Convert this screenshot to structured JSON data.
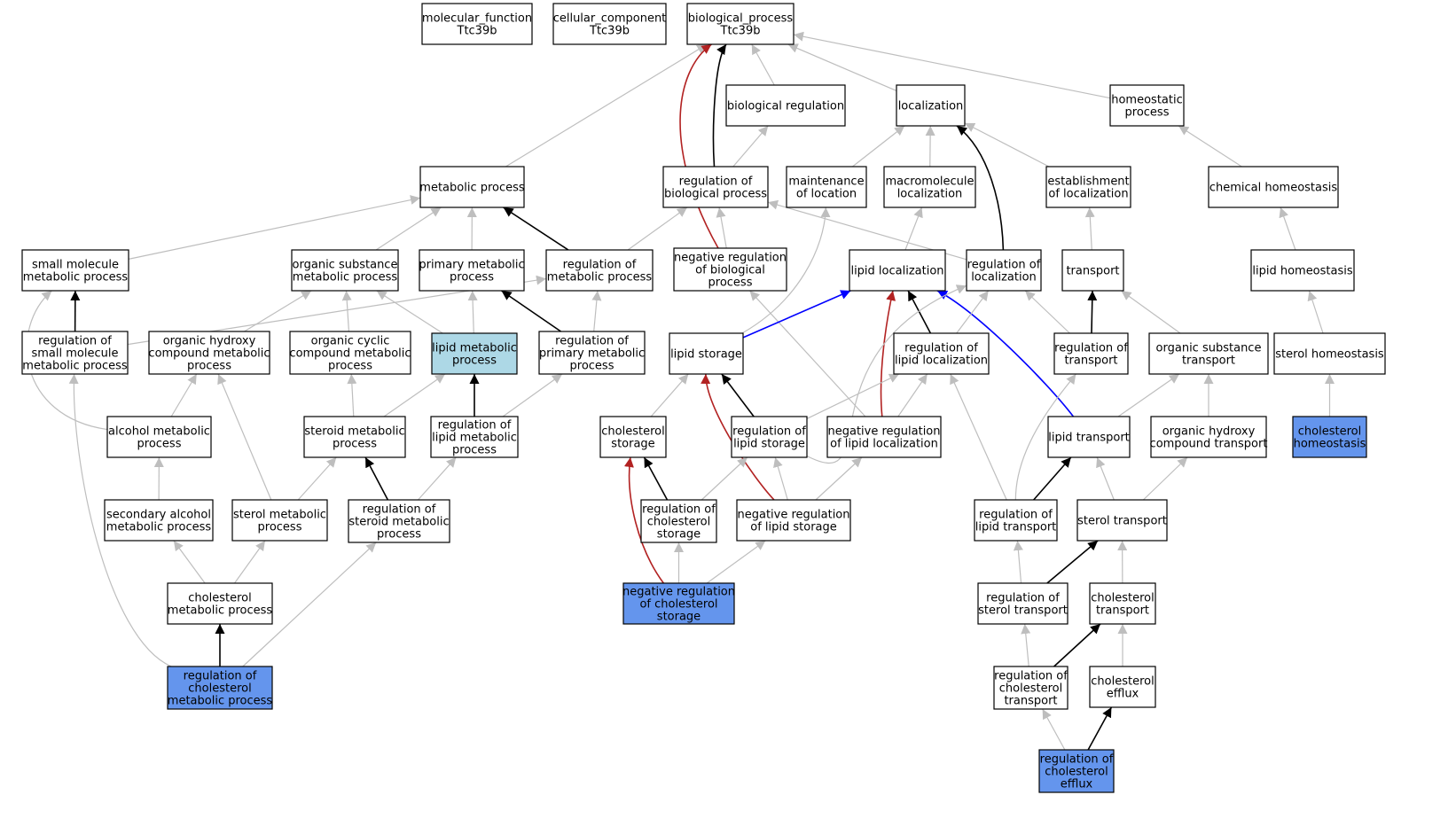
{
  "colors": {
    "default_fill": "#ffffff",
    "query_fill": "#6495ed",
    "focus_fill": "#add8e6",
    "edge_is_a": "#bebebe",
    "edge_part_of": "#000000",
    "edge_negatively_regulates": "#b22222",
    "edge_regulates": "#0000ff"
  },
  "nodes": [
    {
      "id": "mf",
      "label": [
        "molecular_function",
        "Ttc39b"
      ],
      "fill": "default"
    },
    {
      "id": "cc",
      "label": [
        "cellular_component",
        "Ttc39b"
      ],
      "fill": "default"
    },
    {
      "id": "bp",
      "label": [
        "biological_process",
        "Ttc39b"
      ],
      "fill": "default"
    },
    {
      "id": "breg",
      "label": [
        "biological regulation"
      ],
      "fill": "default"
    },
    {
      "id": "loc",
      "label": [
        "localization"
      ],
      "fill": "default"
    },
    {
      "id": "homeo",
      "label": [
        "homeostatic",
        "process"
      ],
      "fill": "default"
    },
    {
      "id": "metab",
      "label": [
        "metabolic process"
      ],
      "fill": "default"
    },
    {
      "id": "regbp",
      "label": [
        "regulation of",
        "biological process"
      ],
      "fill": "default"
    },
    {
      "id": "mainloc",
      "label": [
        "maintenance",
        "of location"
      ],
      "fill": "default"
    },
    {
      "id": "macroloc",
      "label": [
        "macromolecule",
        "localization"
      ],
      "fill": "default"
    },
    {
      "id": "estloc",
      "label": [
        "establishment",
        "of localization"
      ],
      "fill": "default"
    },
    {
      "id": "chemhomeo",
      "label": [
        "chemical homeostasis"
      ],
      "fill": "default"
    },
    {
      "id": "smmp",
      "label": [
        "small molecule",
        "metabolic process"
      ],
      "fill": "default"
    },
    {
      "id": "osmp",
      "label": [
        "organic substance",
        "metabolic process"
      ],
      "fill": "default"
    },
    {
      "id": "pmp",
      "label": [
        "primary metabolic",
        "process"
      ],
      "fill": "default"
    },
    {
      "id": "regmp",
      "label": [
        "regulation of",
        "metabolic process"
      ],
      "fill": "default"
    },
    {
      "id": "negregbp",
      "label": [
        "negative regulation",
        "of biological",
        "process"
      ],
      "fill": "default"
    },
    {
      "id": "lipidloc",
      "label": [
        "lipid localization"
      ],
      "fill": "default"
    },
    {
      "id": "regloc",
      "label": [
        "regulation of",
        "localization"
      ],
      "fill": "default"
    },
    {
      "id": "transport",
      "label": [
        "transport"
      ],
      "fill": "default"
    },
    {
      "id": "lipidhomeo",
      "label": [
        "lipid homeostasis"
      ],
      "fill": "default"
    },
    {
      "id": "regsmmp",
      "label": [
        "regulation of",
        "small molecule",
        "metabolic process"
      ],
      "fill": "default"
    },
    {
      "id": "ohcmp",
      "label": [
        "organic hydroxy",
        "compound metabolic",
        "process"
      ],
      "fill": "default"
    },
    {
      "id": "occmp",
      "label": [
        "organic cyclic",
        "compound metabolic",
        "process"
      ],
      "fill": "default"
    },
    {
      "id": "lmp",
      "label": [
        "lipid metabolic",
        "process"
      ],
      "fill": "focus"
    },
    {
      "id": "regpmp",
      "label": [
        "regulation of",
        "primary metabolic",
        "process"
      ],
      "fill": "default"
    },
    {
      "id": "lipidstor",
      "label": [
        "lipid storage"
      ],
      "fill": "default"
    },
    {
      "id": "reglipidloc",
      "label": [
        "regulation of",
        "lipid localization"
      ],
      "fill": "default"
    },
    {
      "id": "regtrans",
      "label": [
        "regulation of",
        "transport"
      ],
      "fill": "default"
    },
    {
      "id": "ostrans",
      "label": [
        "organic substance",
        "transport"
      ],
      "fill": "default"
    },
    {
      "id": "sterolhomeo",
      "label": [
        "sterol homeostasis"
      ],
      "fill": "default"
    },
    {
      "id": "alcmp",
      "label": [
        "alcohol metabolic",
        "process"
      ],
      "fill": "default"
    },
    {
      "id": "steroidmp",
      "label": [
        "steroid metabolic",
        "process"
      ],
      "fill": "default"
    },
    {
      "id": "reglmp",
      "label": [
        "regulation of",
        "lipid metabolic",
        "process"
      ],
      "fill": "default"
    },
    {
      "id": "cholstor",
      "label": [
        "cholesterol",
        "storage"
      ],
      "fill": "default"
    },
    {
      "id": "reglipidstor",
      "label": [
        "regulation of",
        "lipid storage"
      ],
      "fill": "default"
    },
    {
      "id": "negreglipidloc",
      "label": [
        "negative regulation",
        "of lipid localization"
      ],
      "fill": "default"
    },
    {
      "id": "lipidtrans",
      "label": [
        "lipid transport"
      ],
      "fill": "default"
    },
    {
      "id": "ohctrans",
      "label": [
        "organic hydroxy",
        "compound transport"
      ],
      "fill": "default"
    },
    {
      "id": "cholhomeo",
      "label": [
        "cholesterol",
        "homeostasis"
      ],
      "fill": "query"
    },
    {
      "id": "secalcmp",
      "label": [
        "secondary alcohol",
        "metabolic process"
      ],
      "fill": "default"
    },
    {
      "id": "sterolmp",
      "label": [
        "sterol metabolic",
        "process"
      ],
      "fill": "default"
    },
    {
      "id": "regsteroidmp",
      "label": [
        "regulation of",
        "steroid metabolic",
        "process"
      ],
      "fill": "default"
    },
    {
      "id": "regcholstor",
      "label": [
        "regulation of",
        "cholesterol",
        "storage"
      ],
      "fill": "default"
    },
    {
      "id": "negreglipidstor",
      "label": [
        "negative regulation",
        "of lipid storage"
      ],
      "fill": "default"
    },
    {
      "id": "reglipidtrans",
      "label": [
        "regulation of",
        "lipid transport"
      ],
      "fill": "default"
    },
    {
      "id": "steroltrans",
      "label": [
        "sterol transport"
      ],
      "fill": "default"
    },
    {
      "id": "cholmp",
      "label": [
        "cholesterol",
        "metabolic process"
      ],
      "fill": "default"
    },
    {
      "id": "negregcholstor",
      "label": [
        "negative regulation",
        "of cholesterol",
        "storage"
      ],
      "fill": "query"
    },
    {
      "id": "regsteroltrans",
      "label": [
        "regulation of",
        "sterol transport"
      ],
      "fill": "default"
    },
    {
      "id": "choltrans",
      "label": [
        "cholesterol",
        "transport"
      ],
      "fill": "default"
    },
    {
      "id": "regcholmp",
      "label": [
        "regulation of",
        "cholesterol",
        "metabolic process"
      ],
      "fill": "query"
    },
    {
      "id": "regcholtrans",
      "label": [
        "regulation of",
        "cholesterol",
        "transport"
      ],
      "fill": "default"
    },
    {
      "id": "cholefflux",
      "label": [
        "cholesterol",
        "efflux"
      ],
      "fill": "default"
    },
    {
      "id": "regcholefflux",
      "label": [
        "regulation of",
        "cholesterol",
        "efflux"
      ],
      "fill": "query"
    }
  ],
  "edges": [
    {
      "from": "breg",
      "to": "bp",
      "type": "is_a"
    },
    {
      "from": "loc",
      "to": "bp",
      "type": "is_a"
    },
    {
      "from": "homeo",
      "to": "bp",
      "type": "is_a"
    },
    {
      "from": "metab",
      "to": "bp",
      "type": "is_a"
    },
    {
      "from": "regbp",
      "to": "bp",
      "type": "part_of"
    },
    {
      "from": "negregbp",
      "to": "bp",
      "type": "negatively_regulates"
    },
    {
      "from": "regbp",
      "to": "breg",
      "type": "is_a"
    },
    {
      "from": "mainloc",
      "to": "loc",
      "type": "is_a"
    },
    {
      "from": "macroloc",
      "to": "loc",
      "type": "is_a"
    },
    {
      "from": "estloc",
      "to": "loc",
      "type": "is_a"
    },
    {
      "from": "regloc",
      "to": "loc",
      "type": "part_of"
    },
    {
      "from": "chemhomeo",
      "to": "homeo",
      "type": "is_a"
    },
    {
      "from": "smmp",
      "to": "metab",
      "type": "is_a"
    },
    {
      "from": "osmp",
      "to": "metab",
      "type": "is_a"
    },
    {
      "from": "pmp",
      "to": "metab",
      "type": "is_a"
    },
    {
      "from": "regmp",
      "to": "metab",
      "type": "part_of"
    },
    {
      "from": "regmp",
      "to": "regbp",
      "type": "is_a"
    },
    {
      "from": "negregbp",
      "to": "regbp",
      "type": "is_a"
    },
    {
      "from": "regloc",
      "to": "regbp",
      "type": "is_a"
    },
    {
      "from": "lipidstor",
      "to": "mainloc",
      "type": "is_a"
    },
    {
      "from": "lipidloc",
      "to": "macroloc",
      "type": "is_a"
    },
    {
      "from": "transport",
      "to": "estloc",
      "type": "is_a"
    },
    {
      "from": "lipidhomeo",
      "to": "chemhomeo",
      "type": "is_a"
    },
    {
      "from": "regsmmp",
      "to": "smmp",
      "type": "part_of"
    },
    {
      "from": "alcmp",
      "to": "smmp",
      "type": "is_a"
    },
    {
      "from": "ohcmp",
      "to": "osmp",
      "type": "is_a"
    },
    {
      "from": "occmp",
      "to": "osmp",
      "type": "is_a"
    },
    {
      "from": "lmp",
      "to": "osmp",
      "type": "is_a"
    },
    {
      "from": "lmp",
      "to": "pmp",
      "type": "is_a"
    },
    {
      "from": "regpmp",
      "to": "pmp",
      "type": "part_of"
    },
    {
      "from": "regsmmp",
      "to": "regmp",
      "type": "is_a"
    },
    {
      "from": "regpmp",
      "to": "regmp",
      "type": "is_a"
    },
    {
      "from": "negreglipidloc",
      "to": "negregbp",
      "type": "is_a"
    },
    {
      "from": "lipidstor",
      "to": "lipidloc",
      "type": "regulates"
    },
    {
      "from": "reglipidloc",
      "to": "lipidloc",
      "type": "part_of"
    },
    {
      "from": "negreglipidloc",
      "to": "lipidloc",
      "type": "negatively_regulates"
    },
    {
      "from": "lipidtrans",
      "to": "lipidloc",
      "type": "regulates"
    },
    {
      "from": "reglipidloc",
      "to": "regloc",
      "type": "is_a"
    },
    {
      "from": "regtrans",
      "to": "regloc",
      "type": "is_a"
    },
    {
      "from": "reglipidstor",
      "to": "regloc",
      "type": "is_a"
    },
    {
      "from": "regtrans",
      "to": "transport",
      "type": "part_of"
    },
    {
      "from": "ostrans",
      "to": "transport",
      "type": "is_a"
    },
    {
      "from": "sterolhomeo",
      "to": "lipidhomeo",
      "type": "is_a"
    },
    {
      "from": "alcmp",
      "to": "ohcmp",
      "type": "is_a"
    },
    {
      "from": "sterolmp",
      "to": "ohcmp",
      "type": "is_a"
    },
    {
      "from": "steroidmp",
      "to": "occmp",
      "type": "is_a"
    },
    {
      "from": "steroidmp",
      "to": "lmp",
      "type": "is_a"
    },
    {
      "from": "reglmp",
      "to": "lmp",
      "type": "part_of"
    },
    {
      "from": "reglmp",
      "to": "regpmp",
      "type": "is_a"
    },
    {
      "from": "cholstor",
      "to": "lipidstor",
      "type": "is_a"
    },
    {
      "from": "reglipidstor",
      "to": "lipidstor",
      "type": "part_of"
    },
    {
      "from": "negreglipidstor",
      "to": "lipidstor",
      "type": "negatively_regulates"
    },
    {
      "from": "reglipidstor",
      "to": "reglipidloc",
      "type": "is_a"
    },
    {
      "from": "negreglipidloc",
      "to": "reglipidloc",
      "type": "is_a"
    },
    {
      "from": "reglipidtrans",
      "to": "reglipidloc",
      "type": "is_a"
    },
    {
      "from": "reglipidtrans",
      "to": "regtrans",
      "type": "is_a"
    },
    {
      "from": "lipidtrans",
      "to": "ostrans",
      "type": "is_a"
    },
    {
      "from": "ohctrans",
      "to": "ostrans",
      "type": "is_a"
    },
    {
      "from": "cholhomeo",
      "to": "sterolhomeo",
      "type": "is_a"
    },
    {
      "from": "secalcmp",
      "to": "alcmp",
      "type": "is_a"
    },
    {
      "from": "sterolmp",
      "to": "steroidmp",
      "type": "is_a"
    },
    {
      "from": "regsteroidmp",
      "to": "steroidmp",
      "type": "part_of"
    },
    {
      "from": "regsteroidmp",
      "to": "reglmp",
      "type": "is_a"
    },
    {
      "from": "regcholstor",
      "to": "cholstor",
      "type": "part_of"
    },
    {
      "from": "negregcholstor",
      "to": "cholstor",
      "type": "negatively_regulates"
    },
    {
      "from": "regcholstor",
      "to": "reglipidstor",
      "type": "is_a"
    },
    {
      "from": "negreglipidstor",
      "to": "reglipidstor",
      "type": "is_a"
    },
    {
      "from": "negreglipidstor",
      "to": "negreglipidloc",
      "type": "is_a"
    },
    {
      "from": "reglipidtrans",
      "to": "lipidtrans",
      "type": "part_of"
    },
    {
      "from": "steroltrans",
      "to": "lipidtrans",
      "type": "is_a"
    },
    {
      "from": "steroltrans",
      "to": "ohctrans",
      "type": "is_a"
    },
    {
      "from": "cholmp",
      "to": "secalcmp",
      "type": "is_a"
    },
    {
      "from": "cholmp",
      "to": "sterolmp",
      "type": "is_a"
    },
    {
      "from": "negregcholstor",
      "to": "regcholstor",
      "type": "is_a"
    },
    {
      "from": "negregcholstor",
      "to": "negreglipidstor",
      "type": "is_a"
    },
    {
      "from": "regsteroltrans",
      "to": "reglipidtrans",
      "type": "is_a"
    },
    {
      "from": "regsteroltrans",
      "to": "steroltrans",
      "type": "part_of"
    },
    {
      "from": "choltrans",
      "to": "steroltrans",
      "type": "is_a"
    },
    {
      "from": "regcholmp",
      "to": "cholmp",
      "type": "part_of"
    },
    {
      "from": "regcholmp",
      "to": "regsteroidmp",
      "type": "is_a"
    },
    {
      "from": "regcholmp",
      "to": "regsmmp",
      "type": "is_a"
    },
    {
      "from": "regcholtrans",
      "to": "regsteroltrans",
      "type": "is_a"
    },
    {
      "from": "regcholtrans",
      "to": "choltrans",
      "type": "part_of"
    },
    {
      "from": "cholefflux",
      "to": "choltrans",
      "type": "is_a"
    },
    {
      "from": "regcholefflux",
      "to": "regcholtrans",
      "type": "is_a"
    },
    {
      "from": "regcholefflux",
      "to": "cholefflux",
      "type": "part_of"
    }
  ]
}
